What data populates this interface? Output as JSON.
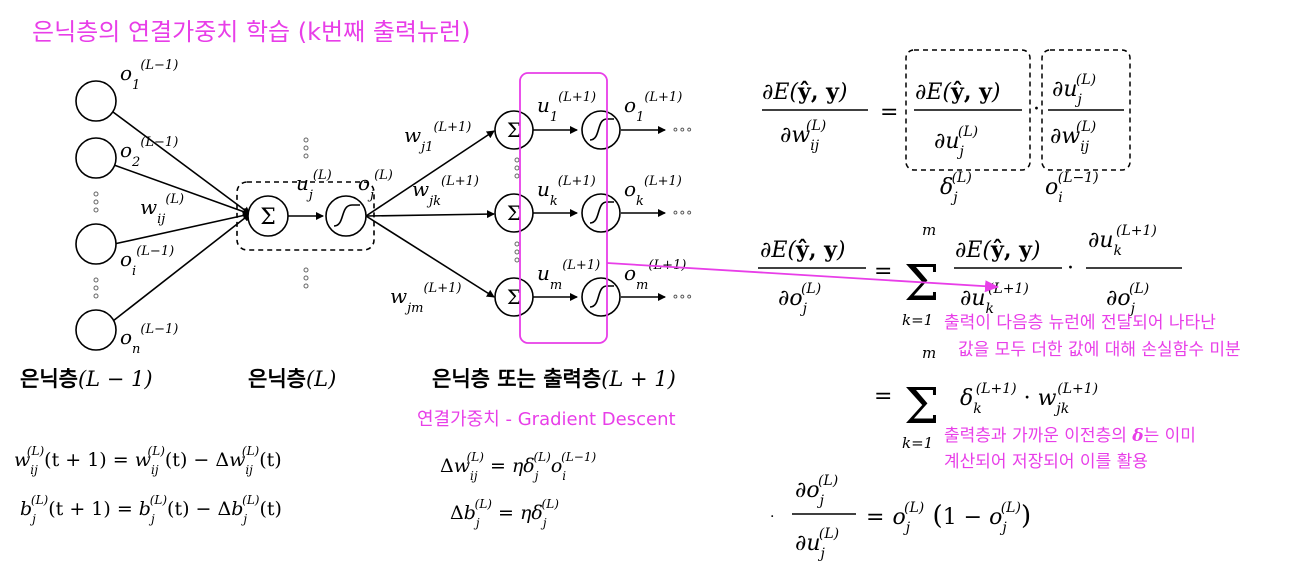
{
  "title": "은닉층의 연결가중치 학습 (k번째 출력뉴런)",
  "accent_color": "#e83ee8",
  "layer_labels": {
    "prev_ko": "은닉층",
    "prev_math": "(L − 1)",
    "mid_ko": "은닉층",
    "mid_math": "(L)",
    "next_ko": "은닉층 또는 출력층",
    "next_math": "(L + 1)"
  },
  "network": {
    "inputs": [
      {
        "sym": "o",
        "sub": "1",
        "sup": "(L−1)"
      },
      {
        "sym": "o",
        "sub": "2",
        "sup": "(L−1)"
      },
      {
        "sym": "o",
        "sub": "i",
        "sup": "(L−1)"
      },
      {
        "sym": "o",
        "sub": "n",
        "sup": "(L−1)"
      }
    ],
    "weight_in": {
      "sym": "w",
      "sub": "ij",
      "sup": "(L)"
    },
    "hidden_u": {
      "sym": "u",
      "sub": "j",
      "sup": "(L)"
    },
    "hidden_o": {
      "sym": "o",
      "sub": "j",
      "sup": "(L)"
    },
    "sum_symbol": "Σ",
    "weights_out": [
      {
        "sym": "w",
        "sub": "j1",
        "sup": "(L+1)"
      },
      {
        "sym": "w",
        "sub": "jk",
        "sup": "(L+1)"
      },
      {
        "sym": "w",
        "sub": "jm",
        "sup": "(L+1)"
      }
    ],
    "outputs_u": [
      {
        "sym": "u",
        "sub": "1",
        "sup": "(L+1)"
      },
      {
        "sym": "u",
        "sub": "k",
        "sup": "(L+1)"
      },
      {
        "sym": "u",
        "sub": "m",
        "sup": "(L+1)"
      }
    ],
    "outputs_o": [
      {
        "sym": "o",
        "sub": "1",
        "sup": "(L+1)"
      },
      {
        "sym": "o",
        "sub": "k",
        "sup": "(L+1)"
      },
      {
        "sym": "o",
        "sub": "m",
        "sup": "(L+1)"
      }
    ],
    "trailing_dots": "∘∘∘"
  },
  "update_rules": {
    "w": "w_ij^(L)(t + 1) = w_ij^(L)(t) − Δw_ij^(L)(t)",
    "b": "b_j^(L)(t + 1) = b_j^(L)(t) − Δb_j^(L)(t)"
  },
  "gradient_descent": {
    "label": "연결가중치 - Gradient Descent",
    "dw": "Δw_ij^(L) = η δ_j^(L) o_i^(L−1)",
    "db": "Δb_j^(L) = η δ_j^(L)"
  },
  "equations": {
    "eq1_lhs": "∂E(ŷ, y) / ∂w_ij^(L)",
    "eq1_rhs1": "∂E(ŷ, y) / ∂u_j^(L)",
    "eq1_rhs2": "∂u_j^(L) / ∂w_ij^(L)",
    "eq1_under1": "δ_j^(L)",
    "eq1_under2": "o_i^(L−1)",
    "eq2": "∂E(ŷ, y) / ∂o_j^(L) = Σ_(k=1)^m ∂E(ŷ, y)/∂u_k^(L+1) · ∂u_k^(L+1)/∂o_j^(L)",
    "eq3": "= Σ_(k=1)^m δ_k^(L+1) · w_jk^(L+1)",
    "eq4": "∂o_j^(L)/∂u_j^(L) = o_j^(L) (1 − o_j^(L))"
  },
  "notes": {
    "note1_line1": "출력이 다음층 뉴런에 전달되어 나타난",
    "note1_line2": "값을 모두 더한 값에 대해 손실함수 미분",
    "note2_line1_a": "출력층과 가까운 이전층의 ",
    "note2_delta": "δ",
    "note2_line1_b": "는 이미",
    "note2_line2": "계산되어 저장되어 이를 활용"
  }
}
